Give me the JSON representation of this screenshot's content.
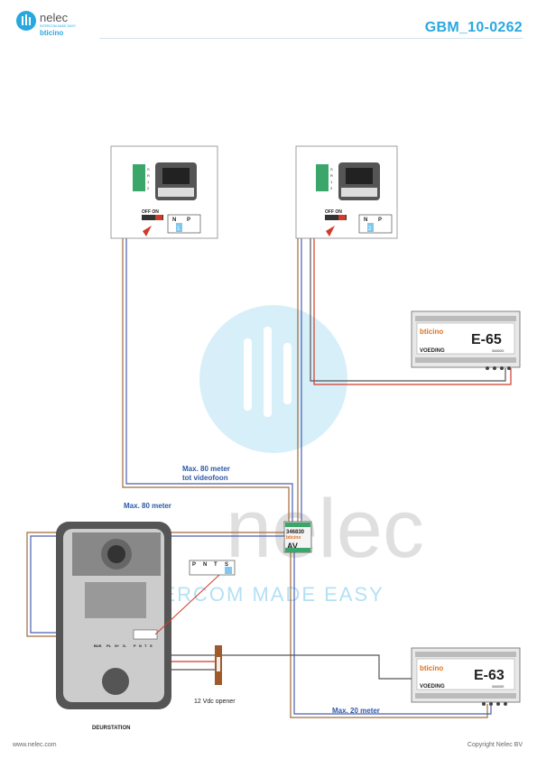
{
  "header": {
    "brand_name": "nelec",
    "brand_tagline": "INTERCOM MADE EASY",
    "partner_logo": "bticino",
    "document_code": "GBM_10-0262"
  },
  "watermark": {
    "word": "nelec",
    "tagline": "INTERCOM MADE EASY"
  },
  "videophones": [
    {
      "switch_label": "OFF ON",
      "terminal_labels": [
        "N",
        "P"
      ],
      "selected_number": "1",
      "bus_labels": [
        "S",
        "R",
        "1",
        "2"
      ]
    },
    {
      "switch_label": "OFF ON",
      "terminal_labels": [
        "N",
        "P"
      ],
      "selected_number": "2",
      "bus_labels": [
        "S",
        "R",
        "1",
        "2"
      ]
    }
  ],
  "power_supplies": [
    {
      "brand": "bticino",
      "model": "E-65",
      "label": "VOEDING",
      "part_number": "346020"
    },
    {
      "brand": "bticino",
      "model": "E-63",
      "label": "VOEDING",
      "part_number": "346000"
    }
  ],
  "interface": {
    "part_number": "346830",
    "brand": "bticino",
    "type": "AV"
  },
  "door_station": {
    "caption": "DEURSTATION",
    "terminal_labels": [
      "BUS",
      "PL",
      "S+",
      "S-"
    ],
    "module_terminals": [
      "P",
      "N",
      "T",
      "S"
    ],
    "callout_terminals": [
      "P",
      "N",
      "T",
      "S"
    ]
  },
  "labels": {
    "max_80_videophone_l1": "Max. 80 meter",
    "max_80_videophone_l2": "tot videofoon",
    "max_80_door": "Max. 80 meter",
    "max_20": "Max. 20 meter",
    "opener": "12 Vdc opener"
  },
  "footer": {
    "url": "www.nelec.com",
    "copyright": "Copyright Nelec BV"
  },
  "colors": {
    "accent_blue": "#29a8e0",
    "label_blue": "#2e5aa6",
    "wire_red": "#d23a2a",
    "wire_brown": "#a06a3a",
    "wire_blue": "#4a5fb0",
    "wire_grey": "#555555"
  }
}
